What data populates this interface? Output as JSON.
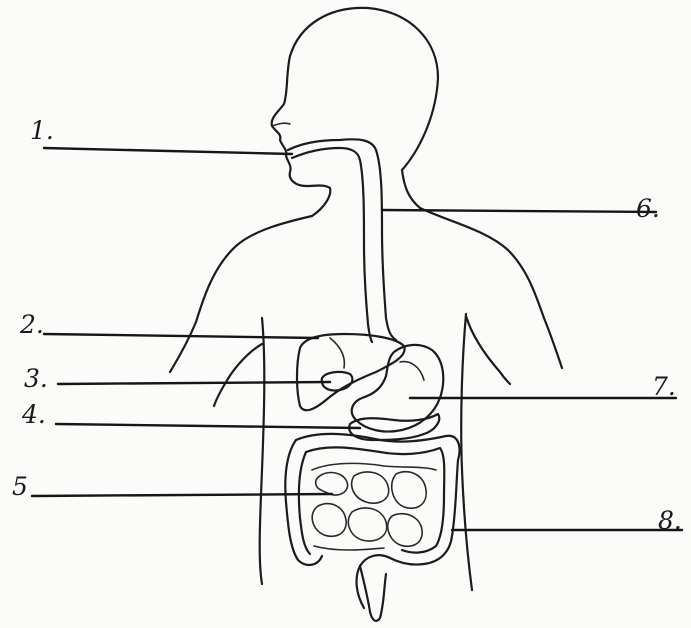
{
  "labels": {
    "l1": "1.",
    "l2": "2.",
    "l3": "3.",
    "l4": "4.",
    "l5": "5",
    "l6": "6.",
    "l7": "7.",
    "l8": "8."
  },
  "colors": {
    "ink": "#1c1c1c",
    "paper": "#fbfbf9"
  }
}
